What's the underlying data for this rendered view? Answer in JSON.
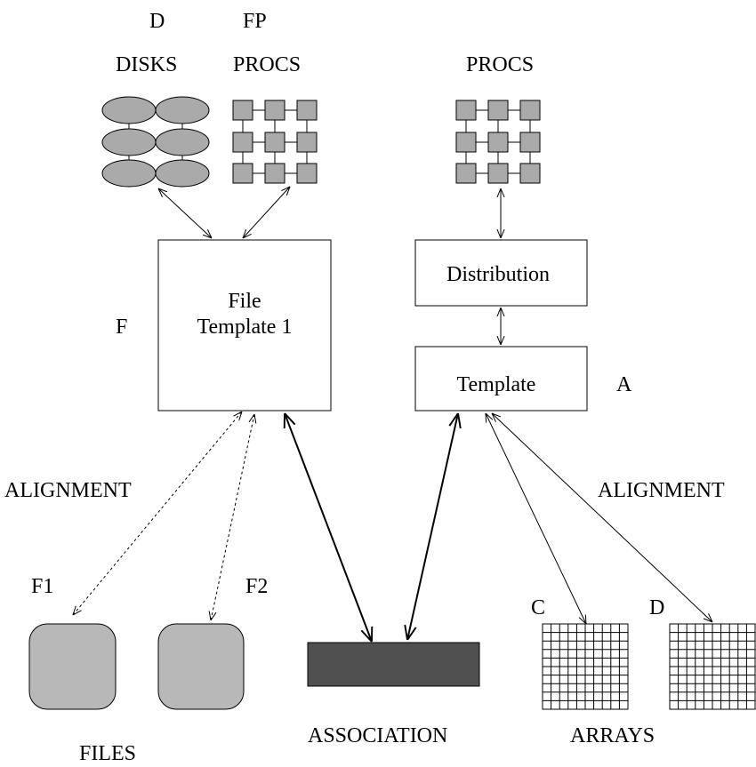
{
  "labels": {
    "d_top": "D",
    "fp_top": "FP",
    "disks": "DISKS",
    "procs_left": "PROCS",
    "procs_right": "PROCS",
    "f_left": "F",
    "a_right": "A",
    "file_template_line1": "File",
    "file_template_line2": "Template 1",
    "distribution": "Distribution",
    "template": "Template",
    "alignment_left": "ALIGNMENT",
    "alignment_right": "ALIGNMENT",
    "f1": "F1",
    "f2": "F2",
    "c_array": "C",
    "d_array": "D",
    "files": "FILES",
    "association": "ASSOCIATION",
    "arrays": "ARRAYS"
  },
  "colors": {
    "node_fill": "#aaaaaa",
    "file_fill": "#b8b8b8",
    "association_fill": "#505050",
    "stroke": "#000000"
  }
}
